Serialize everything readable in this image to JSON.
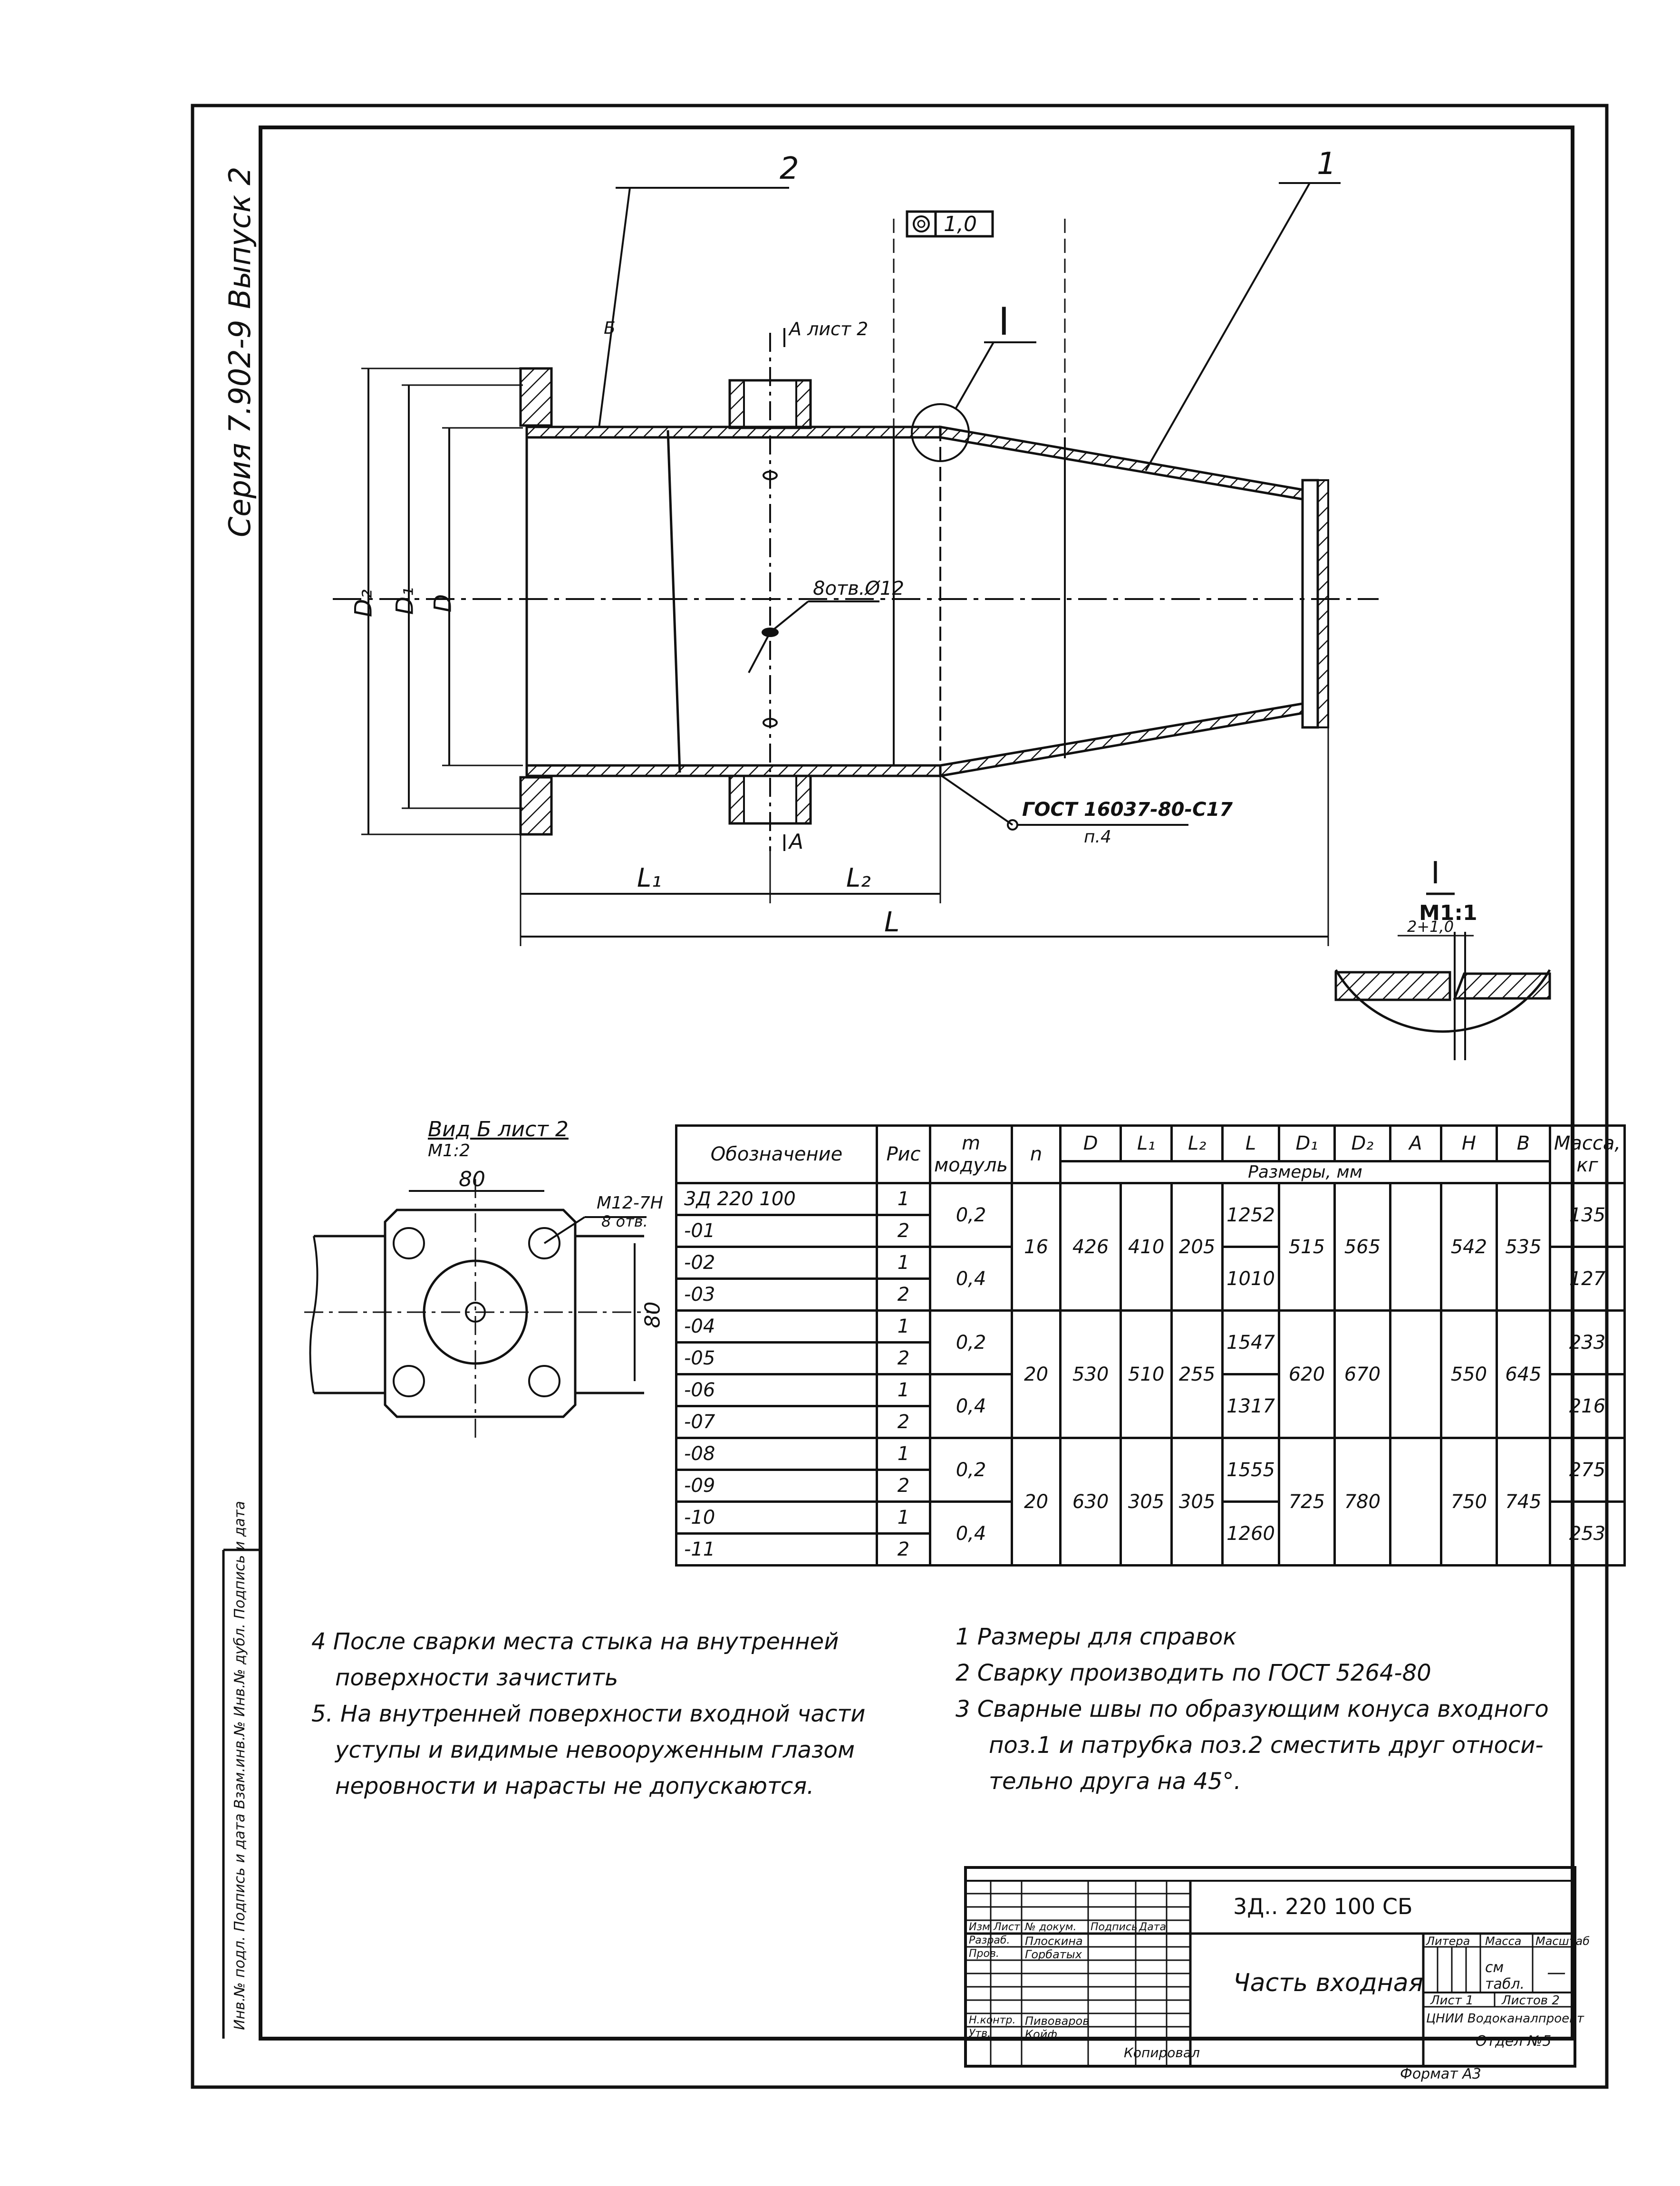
{
  "side_labels": {
    "series": "Серия 7.902-9",
    "issue": "Выпуск 2"
  },
  "drawing": {
    "callouts": [
      "2",
      "1",
      "I"
    ],
    "tolerance_frame": "1,0",
    "section_arrow": "А лист 2",
    "section_letter": "А",
    "weld_mark": "Б",
    "hole_note": "8отв.Ø12",
    "weld_std": "ГОСТ 16037-80-С17",
    "weld_note": "п.4",
    "dims": {
      "D2": "D₂",
      "D1": "D₁",
      "D": "D",
      "L1": "L₁",
      "L2": "L₂",
      "L": "L"
    },
    "detail_title": "I",
    "detail_scale": "М1:1",
    "detail_gap": "2+1,0"
  },
  "view_b": {
    "title": "Вид Б лист 2",
    "scale": "М1:2",
    "dim_top": "80",
    "dim_side": "80",
    "thread": "М12-7Н",
    "thread_holes": "8 отв."
  },
  "spec_table": {
    "headers": [
      "Обозначение",
      "Рис",
      "m модуль",
      "n",
      "D",
      "L₁",
      "L₂",
      "L",
      "D₁",
      "D₂",
      "A",
      "H",
      "B",
      "Масса, кг"
    ],
    "sizes_label": "Размеры, мм",
    "rows": [
      {
        "des": "3Д 220 100",
        "fig": "1"
      },
      {
        "des": "-01",
        "fig": "2"
      },
      {
        "des": "-02",
        "fig": "1"
      },
      {
        "des": "-03",
        "fig": "2"
      },
      {
        "des": "-04",
        "fig": "1"
      },
      {
        "des": "-05",
        "fig": "2"
      },
      {
        "des": "-06",
        "fig": "1"
      },
      {
        "des": "-07",
        "fig": "2"
      },
      {
        "des": "-08",
        "fig": "1"
      },
      {
        "des": "-09",
        "fig": "2"
      },
      {
        "des": "-10",
        "fig": "1"
      },
      {
        "des": "-11",
        "fig": "2"
      }
    ],
    "groups": [
      {
        "n": "16",
        "D": "426",
        "L1": "410",
        "L2": "205",
        "D1": "515",
        "D2": "565",
        "H": "542",
        "B": "535",
        "modules": [
          "0,2",
          "0,4"
        ],
        "L": [
          "1252",
          "1010"
        ],
        "mass": [
          "135",
          "127"
        ]
      },
      {
        "n": "20",
        "D": "530",
        "L1": "510",
        "L2": "255",
        "D1": "620",
        "D2": "670",
        "H": "550",
        "B": "645",
        "modules": [
          "0,2",
          "0,4"
        ],
        "L": [
          "1547",
          "1317"
        ],
        "mass": [
          "233",
          "216"
        ]
      },
      {
        "n": "20",
        "D": "630",
        "L1": "305",
        "L2": "305",
        "D1": "725",
        "D2": "780",
        "H": "750",
        "B": "745",
        "modules": [
          "0,2",
          "0,4"
        ],
        "L": [
          "1555",
          "1260"
        ],
        "mass": [
          "275",
          "253"
        ]
      }
    ]
  },
  "notes_left": [
    "4 После сварки места стыка на внутренней",
    "поверхности зачистить",
    "5. На внутренней поверхности входной части",
    "уступы и видимые невооруженным глазом",
    "неровности и нарасты не допускаются."
  ],
  "notes_right": [
    "1 Размеры для справок",
    "2 Сварку производить по ГОСТ 5264-80",
    "3 Сварные швы по образующим конуса входного",
    "поз.1 и патрубка поз.2 сместить друг относи-",
    "тельно друга на 45°."
  ],
  "title_block": {
    "code": "3Д.. 220 100 СБ",
    "name": "Часть входная",
    "litera": "Литера",
    "mass_label": "Масса",
    "scale_label": "Масштаб",
    "mass_value": "см табл.",
    "scale_value": "—",
    "sheet": "Лист 1",
    "sheets": "Листов 2",
    "org1": "ЦНИИ Водоканалпроект",
    "org2": "Отдел №5",
    "cols": [
      "Изм",
      "Лист",
      "№ докум.",
      "Подпись",
      "Дата"
    ],
    "roles": [
      "Разраб.",
      "Пров.",
      "Н.контр.",
      "Утв."
    ],
    "names": [
      "Плоскина",
      "Горбатых",
      "Пивоваров",
      "Койф"
    ],
    "copied": "Копировал",
    "format": "Формат А3"
  },
  "left_strip": "Инв.№ подл. Подпись и дата Взам.инв.№ Инв.№ дубл. Подпись и дата"
}
